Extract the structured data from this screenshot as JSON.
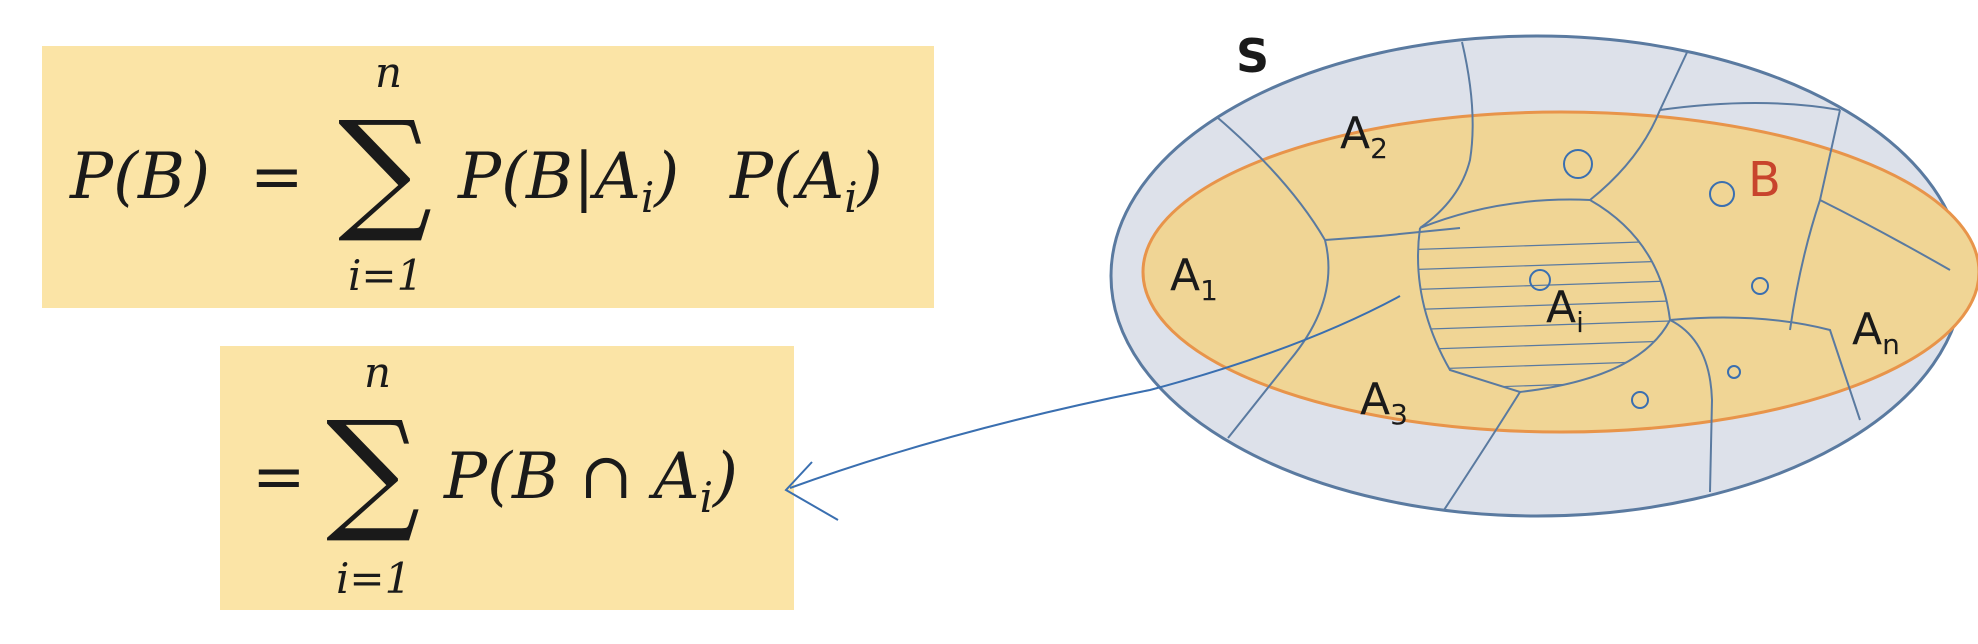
{
  "formula1": {
    "lhs": "P(B)",
    "equals": "=",
    "sigma": "∑",
    "upper": "n",
    "lower": "i=1",
    "term1": "P(B|A",
    "term1_sub": "i",
    "term1_close": ")",
    "term2": "P(A",
    "term2_sub": "i",
    "term2_close": ")"
  },
  "formula2": {
    "equals": "=",
    "sigma": "∑",
    "upper": "n",
    "lower": "i=1",
    "term": "P(B ∩ A",
    "term_sub": "i",
    "term_close": ")"
  },
  "diagram": {
    "sample_space_label": "S",
    "event_label": "B",
    "partitions": [
      {
        "base": "A",
        "sub": "1"
      },
      {
        "base": "A",
        "sub": "2"
      },
      {
        "base": "A",
        "sub": "3"
      },
      {
        "base": "A",
        "sub": "i"
      },
      {
        "base": "A",
        "sub": "n"
      }
    ],
    "colors": {
      "sample_space_fill": "#dde1ea",
      "sample_space_stroke": "#5a7aa0",
      "event_fill": "#f0d595",
      "event_stroke": "#e8944a",
      "event_label": "#c8442c",
      "pen": "#3a6fb0"
    }
  }
}
